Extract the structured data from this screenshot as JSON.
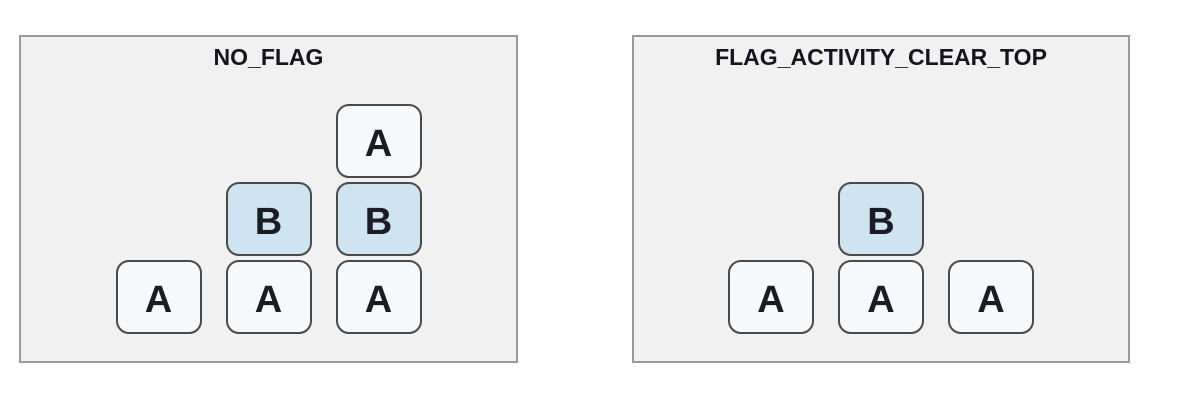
{
  "colors": {
    "page_bg": "#ffffff",
    "panel_bg": "#f1f1f1",
    "panel_border": "#9a9a9a",
    "box_border": "#4a4a4a",
    "title_text": "#15151f",
    "box_text": "#1c1c24",
    "box_fills": {
      "A": "#f6fafd",
      "B": "#cfe4f1"
    }
  },
  "panels": [
    {
      "title": "NO_FLAG",
      "columns": [
        {
          "boxes": [
            "A"
          ]
        },
        {
          "boxes": [
            "B",
            "A"
          ]
        },
        {
          "boxes": [
            "A",
            "B",
            "A"
          ]
        }
      ]
    },
    {
      "title": "FLAG_ACTIVITY_CLEAR_TOP",
      "columns": [
        {
          "boxes": [
            "A"
          ]
        },
        {
          "boxes": [
            "B",
            "A"
          ]
        },
        {
          "boxes": [
            "A"
          ]
        }
      ]
    }
  ]
}
